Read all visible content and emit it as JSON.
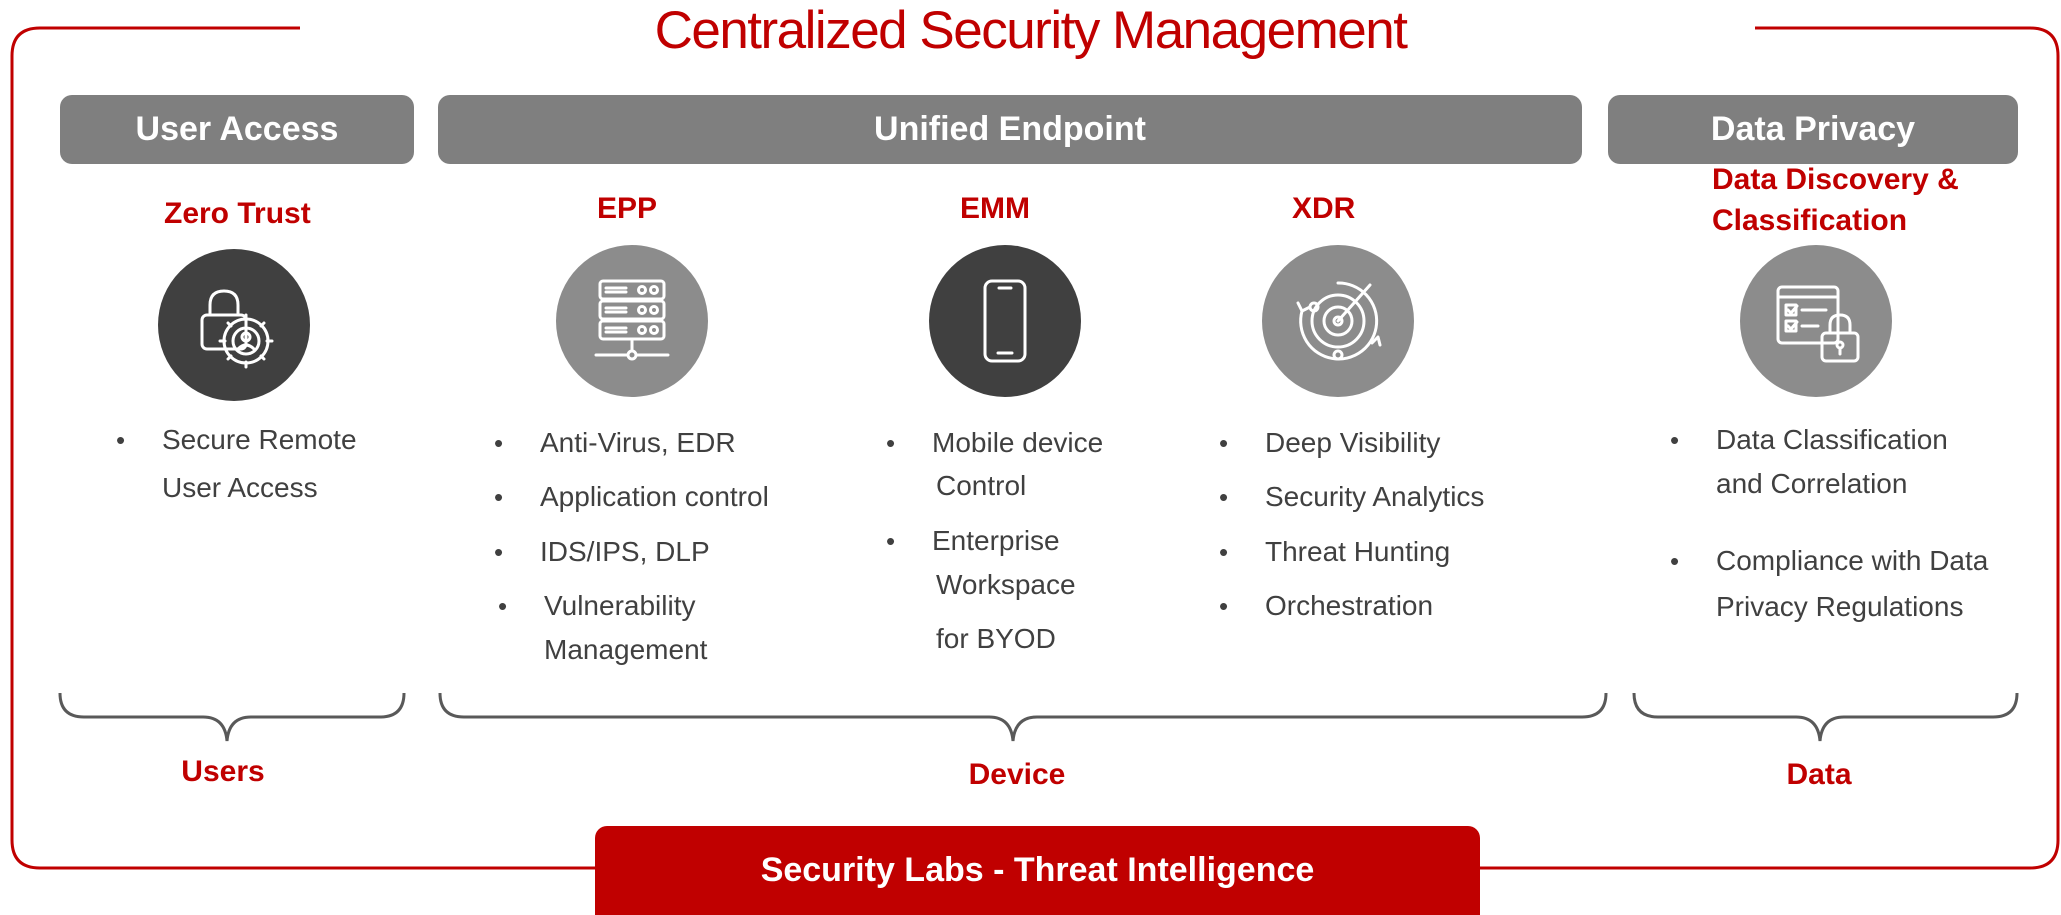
{
  "title": "Centralized Security Management",
  "categories": {
    "user_access": "User Access",
    "unified_endpoint": "Unified Endpoint",
    "data_privacy": "Data Privacy"
  },
  "subsections": {
    "zero_trust": {
      "title": "Zero Trust",
      "icon": "lock-gear-user-icon",
      "bullets": [
        "Secure Remote",
        "User Access"
      ]
    },
    "epp": {
      "title": "EPP",
      "icon": "server-rack-icon",
      "bullets": [
        "Anti-Virus, EDR",
        "Application control",
        "IDS/IPS, DLP",
        "Vulnerability",
        "Management"
      ]
    },
    "emm": {
      "title": "EMM",
      "icon": "smartphone-icon",
      "bullets": [
        "Mobile device",
        "Control",
        "Enterprise",
        "Workspace",
        "for BYOD"
      ]
    },
    "xdr": {
      "title": "XDR",
      "icon": "radar-icon",
      "bullets": [
        "Deep Visibility",
        "Security Analytics",
        "Threat Hunting",
        "Orchestration"
      ]
    },
    "data_discovery": {
      "title_line1": "Data Discovery &",
      "title_line2": "Classification",
      "icon": "checklist-lock-icon",
      "bullets": [
        "Data Classification",
        "and Correlation",
        "Compliance with Data",
        "Privacy Regulations"
      ]
    }
  },
  "footers": {
    "users": "Users",
    "device": "Device",
    "data": "Data"
  },
  "bottom_banner": "Security Labs - Threat Intelligence",
  "colors": {
    "accent": "#c00000",
    "header_gray": "#7f7f7f",
    "icon_dark": "#404040",
    "icon_light": "#8c8c8c",
    "text": "#404040"
  }
}
